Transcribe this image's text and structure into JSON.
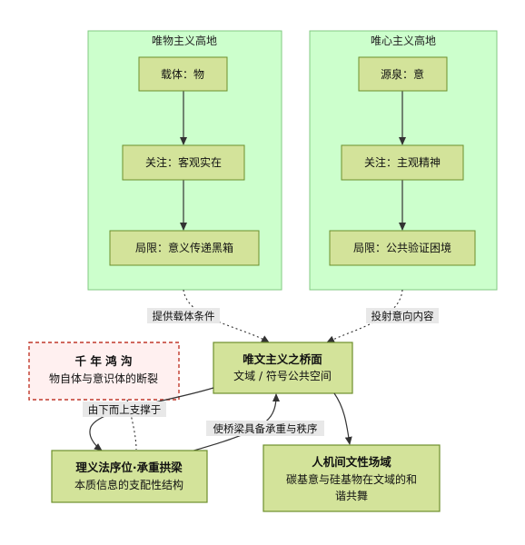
{
  "groups": {
    "materialism": {
      "title": "唯物主义高地"
    },
    "idealism": {
      "title": "唯心主义高地"
    }
  },
  "nodes": {
    "carrier": "载体：物",
    "source": "源泉：意",
    "focus_objective": "关注：客观实在",
    "focus_subjective": "关注：主观精神",
    "limit_blackbox": "局限：意义传递黑箱",
    "limit_verification": "局限：公共验证困境",
    "chasm": {
      "title": "千 年 鸿 沟",
      "subtitle": "物自体与意识体的断裂"
    },
    "bridge": {
      "title": "唯文主义之桥面",
      "subtitle": "文域 / 符号公共空间"
    },
    "principle": {
      "title": "理义法序位·承重拱梁",
      "subtitle": "本质信息的支配性结构"
    },
    "field": {
      "title": "人机间文性场域",
      "subtitle_line1": "碳基意与硅基物在文域的和",
      "subtitle_line2": "谐共舞"
    }
  },
  "edge_labels": {
    "provide_carrier": "提供载体条件",
    "project_meaning": "投射意向内容",
    "bottom_up_support": "由下而上支撑于",
    "bear_weight_order": "使桥梁具备承重与秩序"
  },
  "colors": {
    "group_fill": "#ccffcc",
    "group_stroke": "#82c882",
    "node_fill": "#d3e39a",
    "node_stroke": "#6d8f2c",
    "chasm_fill": "#fff0f0",
    "chasm_stroke": "#c0392b",
    "edge": "#333333"
  }
}
